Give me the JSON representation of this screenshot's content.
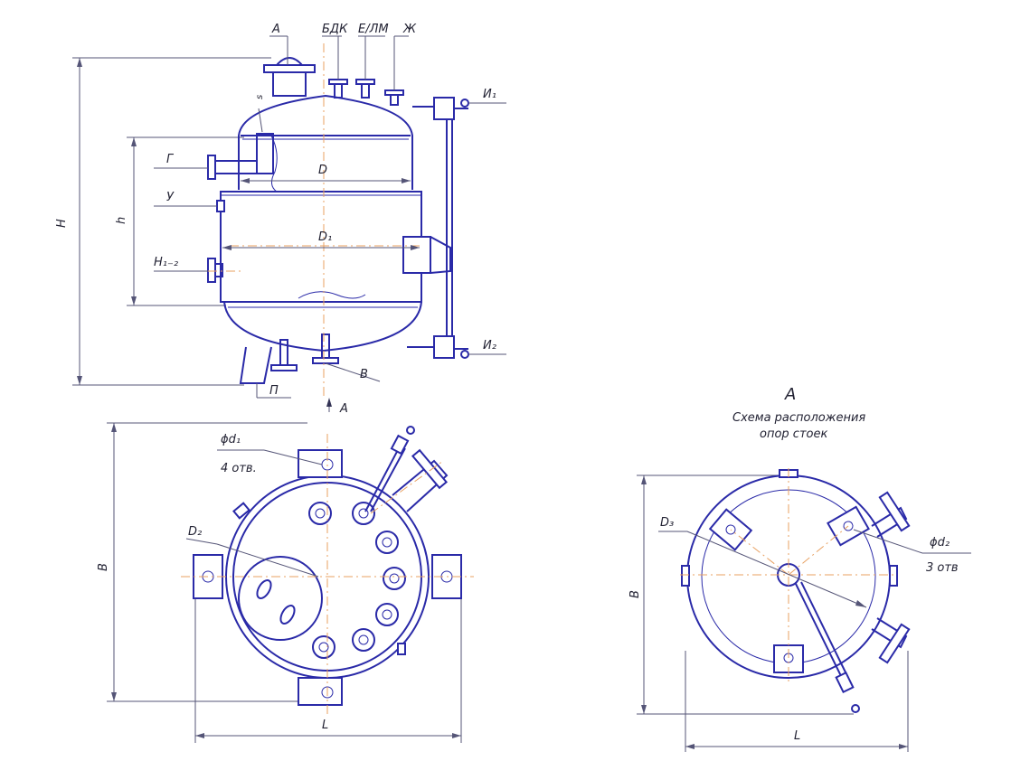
{
  "labels": {
    "nozzle_a": "A",
    "nozzle_bdk": "БДК",
    "nozzle_elm": "Е/ЛМ",
    "nozzle_zh": "Ж",
    "nozzle_i1": "И₁",
    "nozzle_i2": "И₂",
    "nozzle_g": "Г",
    "nozzle_u": "У",
    "nozzle_n12": "Н₁₋₂",
    "nozzle_v": "В",
    "nozzle_p": "П",
    "dim_h_total": "Н",
    "dim_h": "h",
    "dim_s": "s",
    "dim_d": "D",
    "dim_d1": "D₁",
    "dim_d2": "D₂",
    "dim_d3": "D₃",
    "dim_b_left": "В",
    "dim_b_right": "В",
    "dim_l_left": "L",
    "dim_l_right": "L",
    "view_arrow": "А",
    "view_title": "А",
    "view_caption_line1": "Схема расположения",
    "view_caption_line2": "опор стоек",
    "holes_d1_size": "ϕd₁",
    "holes_d1_count": "4 отв.",
    "holes_d2_size": "ϕd₂",
    "holes_d2_count": "3 отв"
  }
}
